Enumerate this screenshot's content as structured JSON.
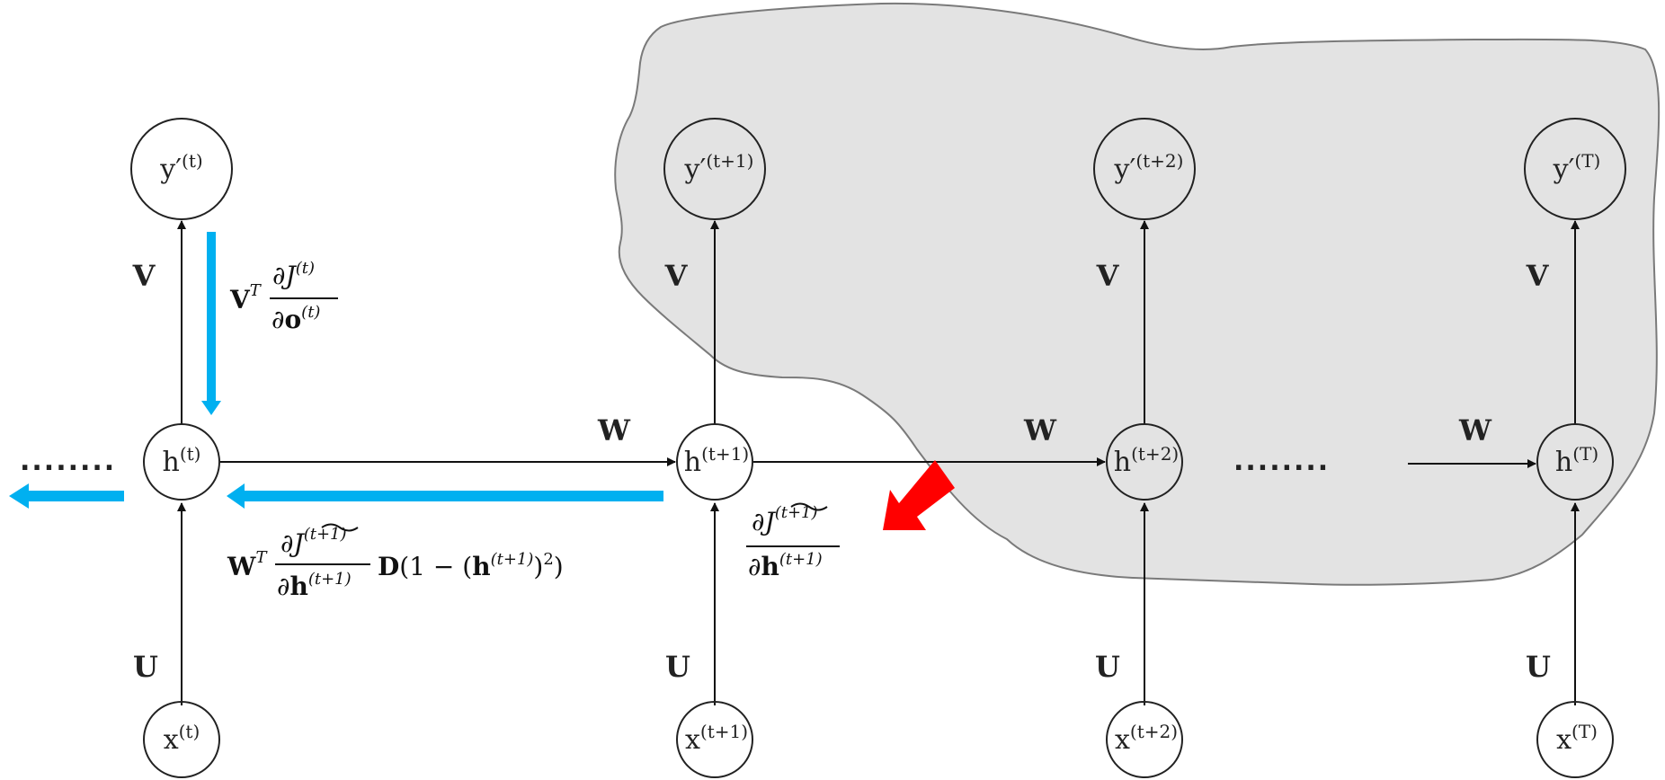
{
  "colors": {
    "shade_fill": "#e3e3e3",
    "shade_stroke": "#7a7a7a",
    "node_stroke": "#222222",
    "blue_arrow": "#00b0f0",
    "red_arrow": "#ff0000",
    "black": "#111111"
  },
  "nodes": {
    "y_t": {
      "base": "y′",
      "sup": "(t)"
    },
    "y_t1": {
      "base": "y′",
      "sup": "(t+1)"
    },
    "y_t2": {
      "base": "y′",
      "sup": "(t+2)"
    },
    "y_T": {
      "base": "y′",
      "sup": "(T)"
    },
    "h_t": {
      "base": "h",
      "sup": "(t)"
    },
    "h_t1": {
      "base": "h",
      "sup": "(t+1)"
    },
    "h_t2": {
      "base": "h",
      "sup": "(t+2)"
    },
    "h_T": {
      "base": "h",
      "sup": "(T)"
    },
    "x_t": {
      "base": "x",
      "sup": "(t)"
    },
    "x_t1": {
      "base": "x",
      "sup": "(t+1)"
    },
    "x_t2": {
      "base": "x",
      "sup": "(t+2)"
    },
    "x_T": {
      "base": "x",
      "sup": "(T)"
    }
  },
  "weights": {
    "V": "V",
    "W": "W",
    "U": "U"
  },
  "ellipsis": "........",
  "formulas": {
    "vt_grad": {
      "V": "V",
      "T": "T",
      "num": "∂J",
      "num_sup": "(t)",
      "den_d": "∂",
      "den_o": "o",
      "den_sup": "(t)"
    },
    "wt_grad": {
      "W": "W",
      "T": "T",
      "num": "∂J",
      "num_sup": "(t+1)",
      "den_d": "∂",
      "den_h": "h",
      "den_sup": "(t+1)",
      "tail_D": "D",
      "tail_open": "(1 − (",
      "tail_h": "h",
      "tail_sup": "(t+1)",
      "tail_close": ")",
      "tail_pow": "2",
      "tail_end": ")"
    },
    "h_grad": {
      "num": "∂J",
      "num_sup": "(t+1)",
      "den_d": "∂",
      "den_h": "h",
      "den_sup": "(t+1)"
    }
  }
}
